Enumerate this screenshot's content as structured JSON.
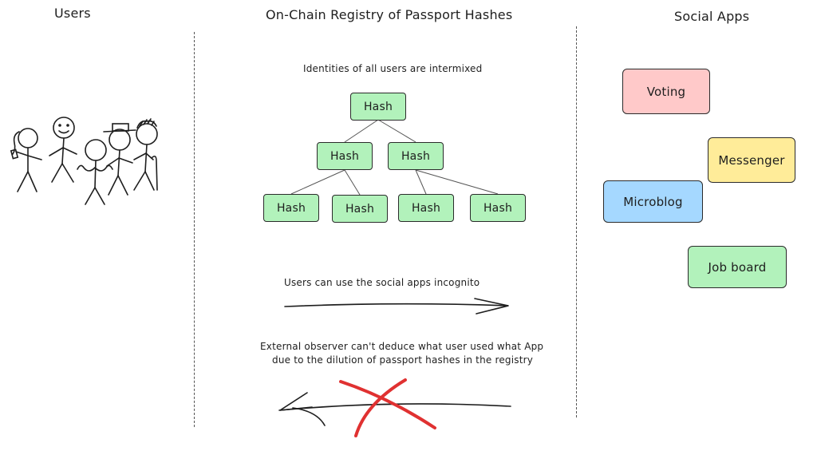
{
  "columns": {
    "users": {
      "title": "Users"
    },
    "registry": {
      "title": "On-Chain Registry of Passport Hashes"
    },
    "apps": {
      "title": "Social Apps"
    }
  },
  "tree": {
    "caption": "Identities of all users are intermixed",
    "node_label": "Hash",
    "levels": [
      1,
      2,
      4
    ],
    "fill_color": "#b2f2bb"
  },
  "flows": {
    "incognito_caption": "Users can use the social apps incognito",
    "observer_caption_line1": "External observer can't deduce what user used what App",
    "observer_caption_line2": "due to the dilution of passport hashes in the registry",
    "cross_color": "#e03131"
  },
  "apps": [
    {
      "label": "Voting",
      "color": "#ffc9c9"
    },
    {
      "label": "Messenger",
      "color": "#ffec99"
    },
    {
      "label": "Microblog",
      "color": "#a5d8ff"
    },
    {
      "label": "Job board",
      "color": "#b2f2bb"
    }
  ],
  "users_icon": "stick-figures-group-icon"
}
